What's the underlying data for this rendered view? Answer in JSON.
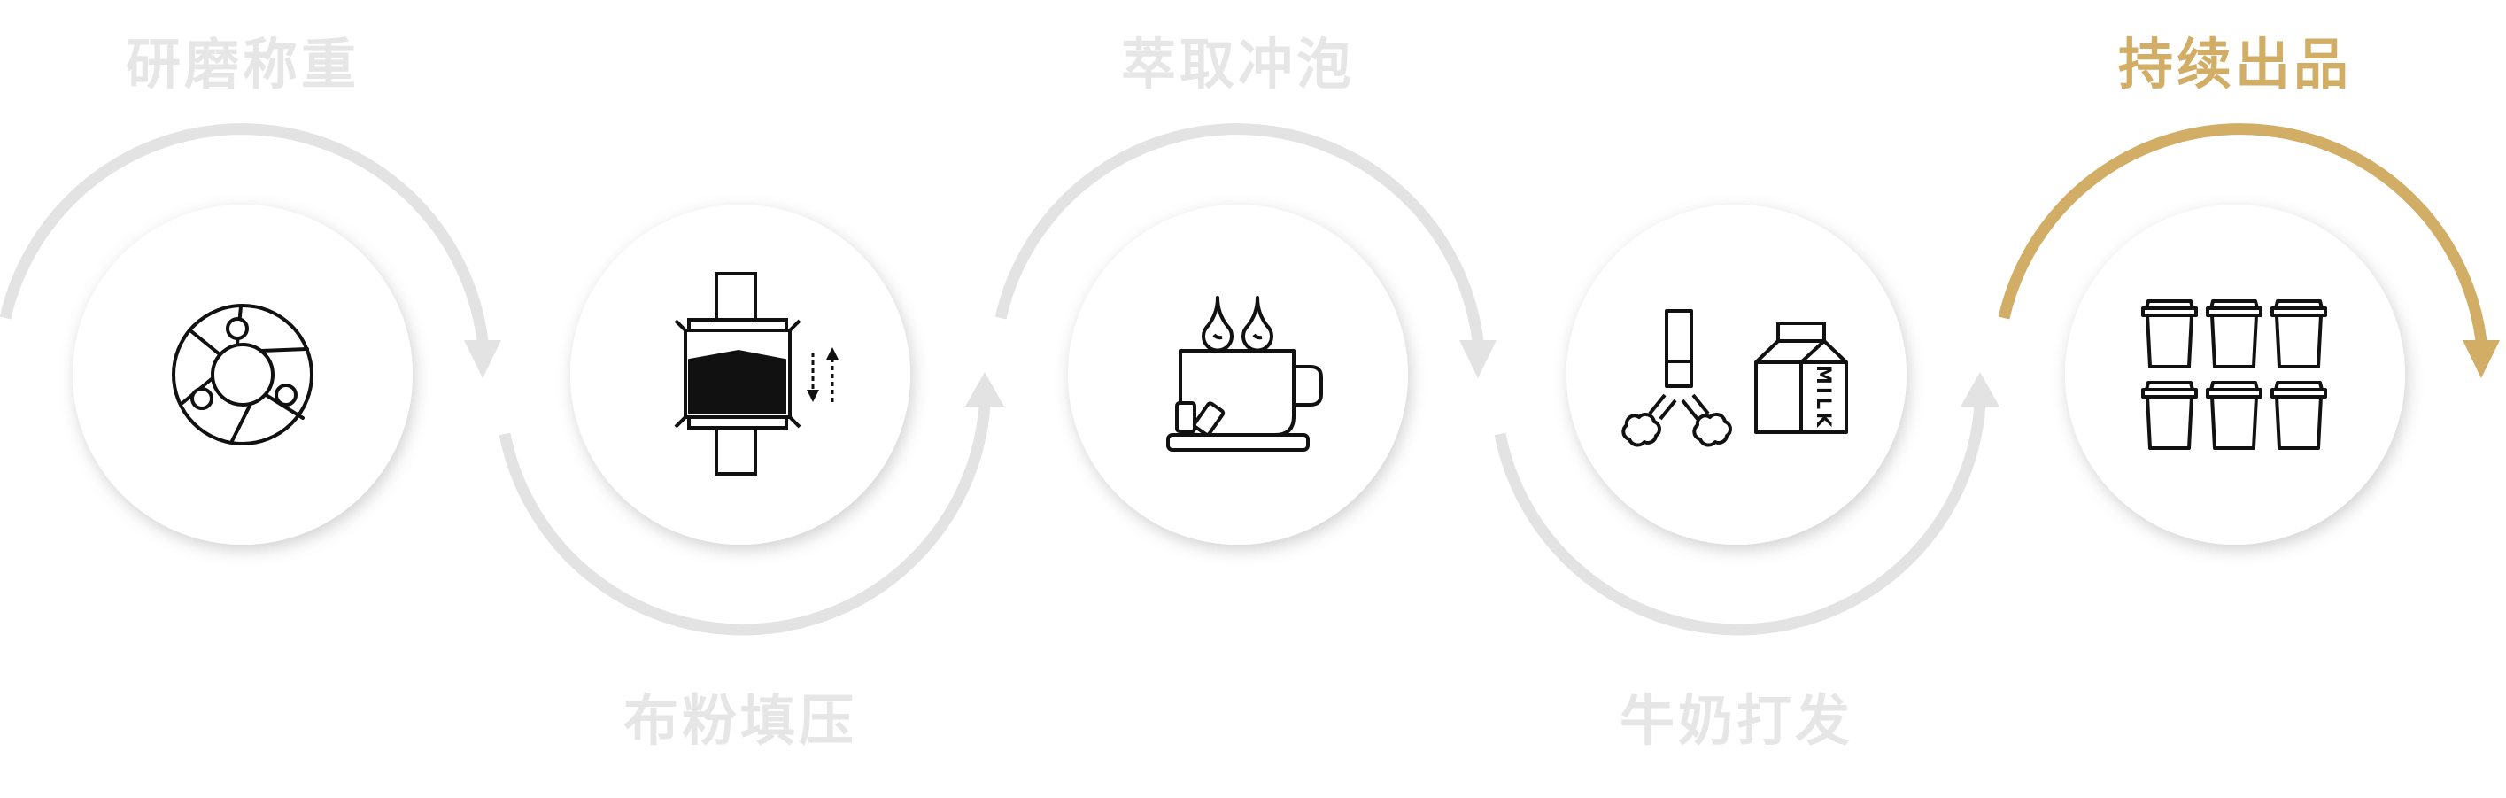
{
  "steps": [
    {
      "id": "grind",
      "label": "研磨称重",
      "icon": "grinder-burr-icon",
      "active": false
    },
    {
      "id": "dose",
      "label": "布粉填压",
      "icon": "tamper-press-icon",
      "active": false
    },
    {
      "id": "brew",
      "label": "萃取冲泡",
      "icon": "coffee-cup-drops-icon",
      "active": false
    },
    {
      "id": "milk",
      "label": "牛奶打发",
      "icon": "milk-steam-icon",
      "active": false
    },
    {
      "id": "serve",
      "label": "持续出品",
      "icon": "cups-stack-icon",
      "active": true
    }
  ],
  "milk_carton_text": "MILK",
  "colors": {
    "inactive_text": "#e6e6e6",
    "inactive_arc": "#e3e3e3",
    "active": "#d1ad66",
    "icon": "#111111",
    "circle_fill": "#ffffff"
  }
}
